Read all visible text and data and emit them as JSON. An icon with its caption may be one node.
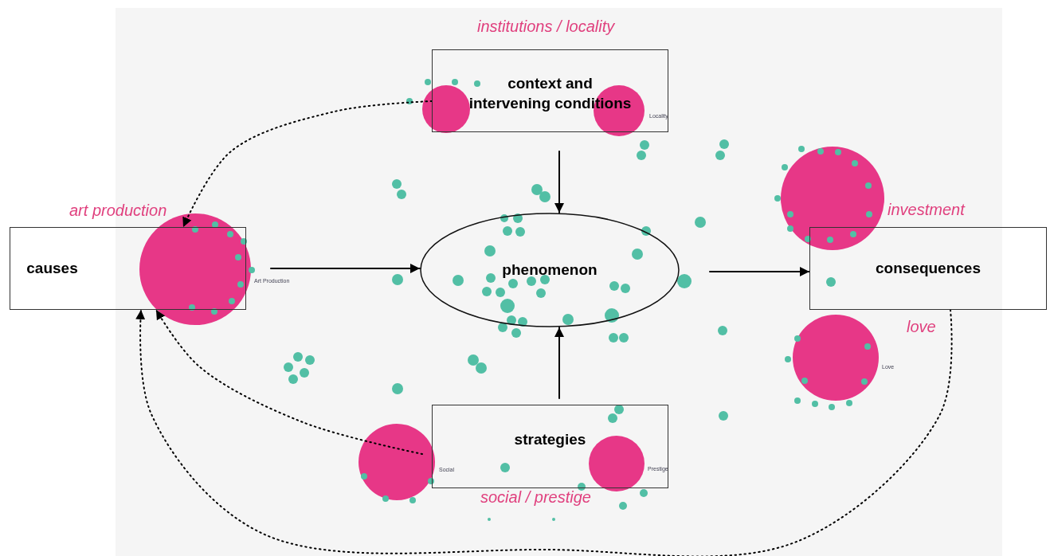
{
  "diagram": {
    "nodes": [
      {
        "text": [
          "context and intervening conditions"
        ],
        "beside": [
          "institutions / locality"
        ]
      },
      {
        "text": [
          "causes"
        ],
        "beside": [
          "art production"
        ]
      },
      {
        "text": [
          "phenomenon"
        ]
      },
      {
        "text": [
          "consequences"
        ],
        "beside": [
          "investment",
          "love"
        ]
      },
      {
        "text": [
          "strategies"
        ],
        "beside": [
          "social / prestige"
        ]
      }
    ],
    "edges": [
      {
        "from": 0,
        "to": 2,
        "arrow": "to"
      },
      {
        "from": 1,
        "to": 2,
        "arrow": "to"
      },
      {
        "from": 2,
        "to": 3,
        "arrow": "to"
      },
      {
        "from": 4,
        "to": 2,
        "arrow": "to"
      },
      {
        "from": 0,
        "to": 1,
        "arrow": "to",
        "style": "dashed"
      },
      {
        "from": 4,
        "to": 1,
        "arrow": "to",
        "style": "dashed"
      },
      {
        "from": 3,
        "to": 1,
        "arrow": "to",
        "style": "dashed"
      }
    ],
    "labels": [
      "Locality",
      "Art Production",
      "Love",
      "Social",
      "Prestige"
    ]
  }
}
